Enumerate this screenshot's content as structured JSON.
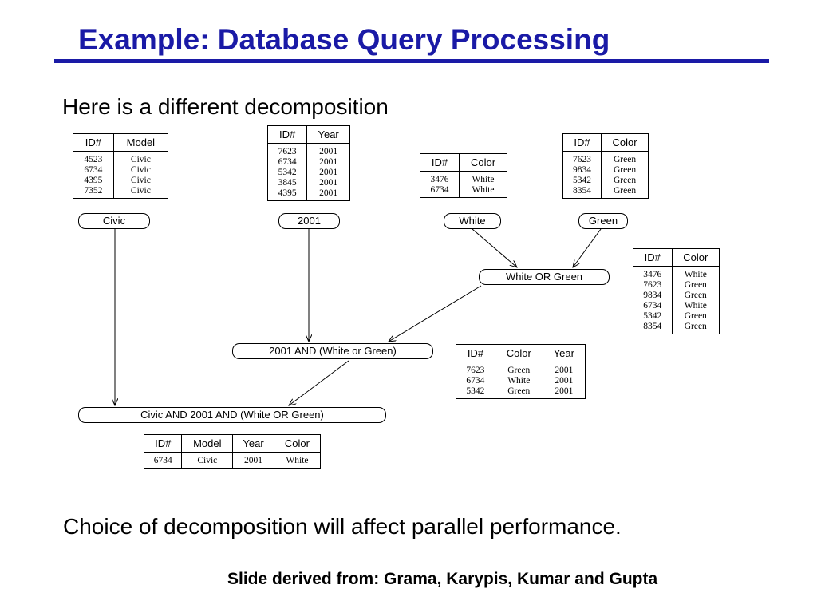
{
  "slide": {
    "title": "Example: Database Query Processing",
    "subtitle": "Here is a different decomposition",
    "conclusion": "Choice of decomposition will affect parallel performance.",
    "credit": "Slide derived from: Grama, Karypis, Kumar and Gupta"
  },
  "colors": {
    "title": "#1a1aa6",
    "rule": "#1a1aa6"
  },
  "tables": {
    "civic": {
      "headers": [
        "ID#",
        "Model"
      ],
      "rows": [
        [
          "4523",
          "Civic"
        ],
        [
          "6734",
          "Civic"
        ],
        [
          "4395",
          "Civic"
        ],
        [
          "7352",
          "Civic"
        ]
      ]
    },
    "year": {
      "headers": [
        "ID#",
        "Year"
      ],
      "rows": [
        [
          "7623",
          "2001"
        ],
        [
          "6734",
          "2001"
        ],
        [
          "5342",
          "2001"
        ],
        [
          "3845",
          "2001"
        ],
        [
          "4395",
          "2001"
        ]
      ]
    },
    "white": {
      "headers": [
        "ID#",
        "Color"
      ],
      "rows": [
        [
          "3476",
          "White"
        ],
        [
          "6734",
          "White"
        ]
      ]
    },
    "green": {
      "headers": [
        "ID#",
        "Color"
      ],
      "rows": [
        [
          "7623",
          "Green"
        ],
        [
          "9834",
          "Green"
        ],
        [
          "5342",
          "Green"
        ],
        [
          "8354",
          "Green"
        ]
      ]
    },
    "white_or_green": {
      "headers": [
        "ID#",
        "Color"
      ],
      "rows": [
        [
          "3476",
          "White"
        ],
        [
          "7623",
          "Green"
        ],
        [
          "9834",
          "Green"
        ],
        [
          "6734",
          "White"
        ],
        [
          "5342",
          "Green"
        ],
        [
          "8354",
          "Green"
        ]
      ]
    },
    "and_2001": {
      "headers": [
        "ID#",
        "Color",
        "Year"
      ],
      "rows": [
        [
          "7623",
          "Green",
          "2001"
        ],
        [
          "6734",
          "White",
          "2001"
        ],
        [
          "5342",
          "Green",
          "2001"
        ]
      ]
    },
    "final": {
      "headers": [
        "ID#",
        "Model",
        "Year",
        "Color"
      ],
      "rows": [
        [
          "6734",
          "Civic",
          "2001",
          "White"
        ]
      ]
    }
  },
  "nodes": {
    "civic": "Civic",
    "year_2001": "2001",
    "white": "White",
    "green": "Green",
    "white_or_green": "White OR Green",
    "and_2001": "2001 AND (White or Green)",
    "final": "Civic AND 2001 AND (White OR Green)"
  }
}
